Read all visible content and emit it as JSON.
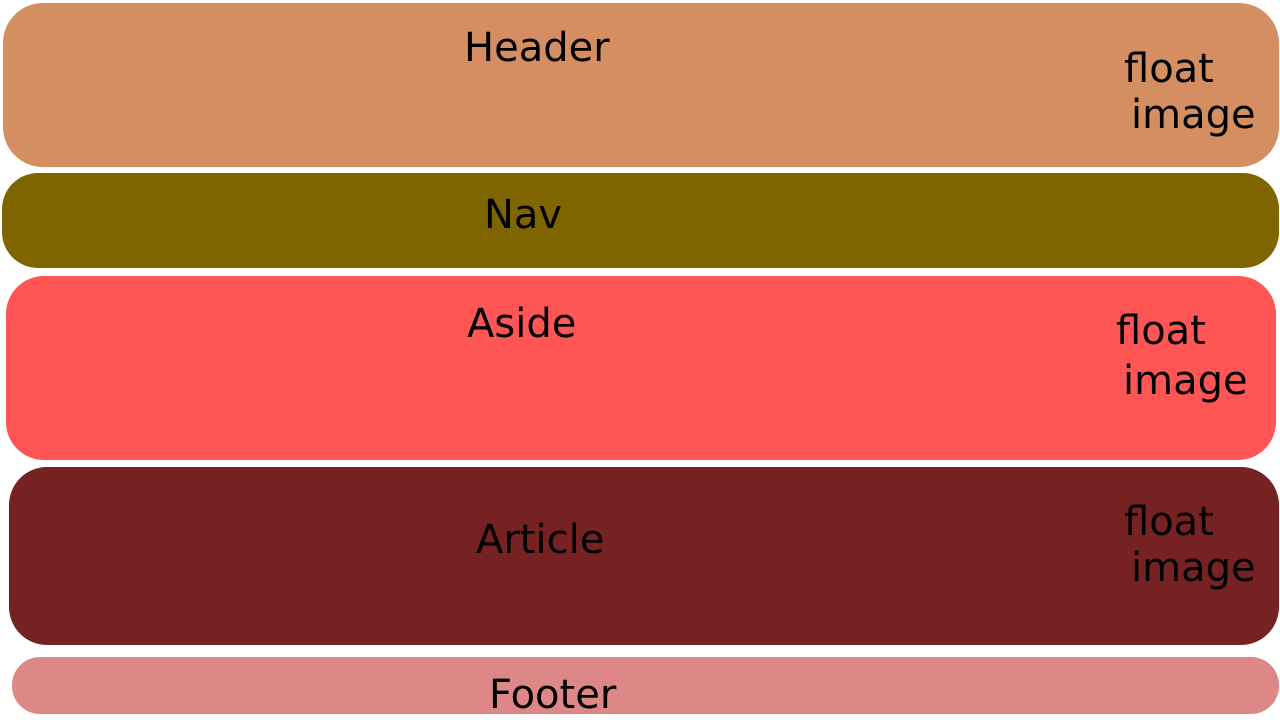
{
  "blocks": {
    "header": {
      "label": "Header",
      "color": "#d48e62",
      "float_line1": "float",
      "float_line2": "image"
    },
    "nav": {
      "label": "Nav",
      "color": "#7f6500"
    },
    "aside": {
      "label": "Aside",
      "color": "#ff5555",
      "float_line1": "float",
      "float_line2": "image"
    },
    "article": {
      "label": "Article",
      "color": "#772222",
      "float_line1": "float",
      "float_line2": "image"
    },
    "footer": {
      "label": "Footer",
      "color": "#de8787"
    }
  }
}
